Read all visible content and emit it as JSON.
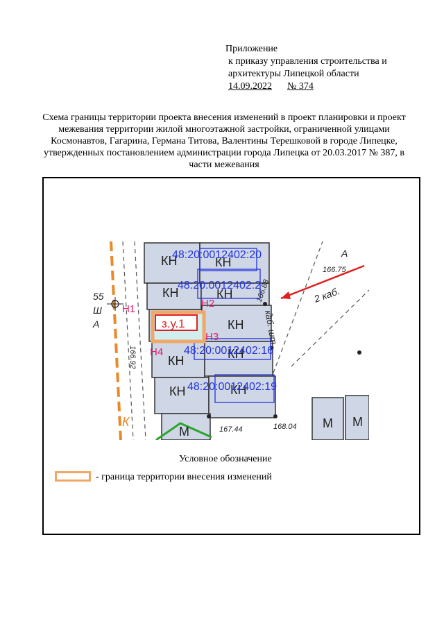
{
  "appendix": {
    "line1": "Приложение",
    "line2": "к приказу управления строительства и",
    "line3": "архитектуры Липецкой области",
    "date": "14.09.2022",
    "number": "№ 374"
  },
  "title": "Схема границы территории проекта внесения изменений в проект планировки и проект межевания территории жилой многоэтажной застройки, ограниченной улицами Космонавтов, Гагарина, Германа Титова, Валентины Терешковой в городе Липецке, утвержденных постановлением администрации города Липецка от 20.03.2017 № 387, в части межевания",
  "map": {
    "parcels": [
      "48:20:0012402:20",
      "48:20:0012402:2",
      "48:20:0012402:16",
      "48:20:0012402:19"
    ],
    "building_code": "КН",
    "garage_code": "М",
    "plot_label": "з.у.1",
    "points": [
      "Н1",
      "Н2",
      "Н3",
      "Н4"
    ],
    "elevations": [
      "166.75",
      "166.88",
      "166.92",
      "167.44",
      "168.04"
    ],
    "cable_labels": [
      "2 каб.",
      "каб. шт"
    ],
    "edge_labels": [
      "55",
      "Ш",
      "А",
      "К",
      "А"
    ],
    "colors": {
      "boundary": "#f0a868",
      "points": "#e0206a",
      "parcels": "#2233dd",
      "cable": "#e02020"
    }
  },
  "legend": {
    "title": "Условное обозначение",
    "item": "- граница территории внесения изменений"
  }
}
